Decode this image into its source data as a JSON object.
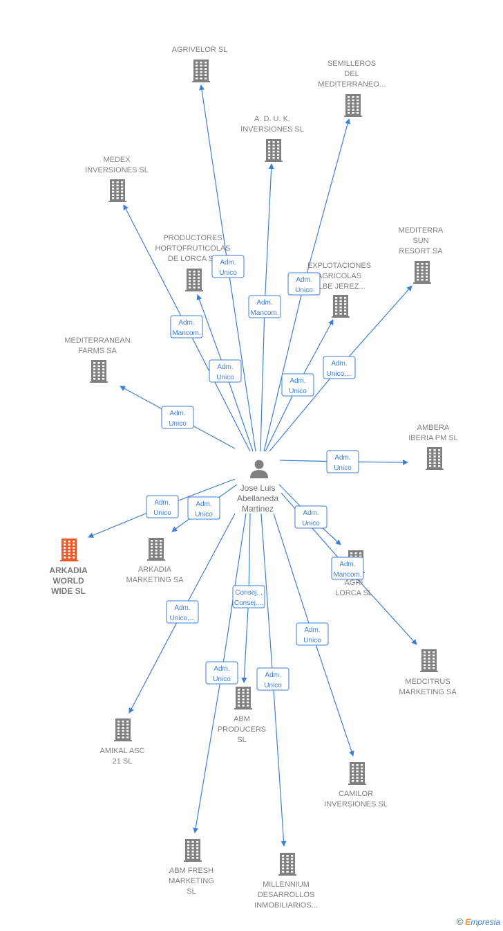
{
  "diagram": {
    "center": {
      "name_lines": [
        "Jose Luis",
        "Abellaneda",
        "Martinez"
      ],
      "icon": "person-icon"
    },
    "companies": [
      {
        "id": "agrivelor",
        "lines": [
          "AGRIVELOR SL"
        ],
        "icon": "building-icon",
        "role_lines": [
          "Adm.",
          "Unico"
        ]
      },
      {
        "id": "semilleros",
        "lines": [
          "SEMILLEROS",
          "DEL",
          "MEDITERRANEO..."
        ],
        "icon": "building-icon",
        "role_lines": [
          "Adm.",
          "Unico"
        ]
      },
      {
        "id": "aduk",
        "lines": [
          "A.  D. U. K.",
          "INVERSIONES SL"
        ],
        "icon": "building-icon",
        "role_lines": [
          "Adm.",
          "Mancom."
        ]
      },
      {
        "id": "medex",
        "lines": [
          "MEDEX",
          "INVERSIONES SL"
        ],
        "icon": "building-icon",
        "role_lines": [
          "Adm.",
          "Mancom."
        ]
      },
      {
        "id": "productores",
        "lines": [
          "PRODUCTORES",
          "HORTOFRUTICOLAS",
          "DE LORCA SL"
        ],
        "icon": "building-icon",
        "role_lines": [
          "Adm.",
          "Unico"
        ]
      },
      {
        "id": "explotaciones",
        "lines": [
          "EXPLOTACIONES",
          "AGRICOLAS",
          "ALBE JEREZ..."
        ],
        "icon": "building-icon",
        "role_lines": [
          "Adm.",
          "Unico"
        ]
      },
      {
        "id": "mediterra",
        "lines": [
          "MEDITERRA",
          "SUN",
          "RESORT SA"
        ],
        "icon": "building-icon",
        "role_lines": [
          "Adm.",
          "Unico,..."
        ]
      },
      {
        "id": "mediterranean",
        "lines": [
          "MEDITERRANEAN",
          "FARMS SA"
        ],
        "icon": "building-icon",
        "role_lines": [
          "Adm.",
          "Unico"
        ]
      },
      {
        "id": "ambera",
        "lines": [
          "AMBERA",
          "IBERIA PM  SL"
        ],
        "icon": "building-icon",
        "role_lines": [
          "Adm.",
          "Unico"
        ]
      },
      {
        "id": "arkadia_ww",
        "lines": [
          "ARKADIA",
          "WORLD",
          "WIDE  SL"
        ],
        "icon": "building-icon",
        "highlight": true,
        "role_lines": [
          "Adm.",
          "Unico"
        ]
      },
      {
        "id": "arkadia_mk",
        "lines": [
          "ARKADIA",
          "MARKETING SA"
        ],
        "icon": "building-icon",
        "role_lines": [
          "Adm.",
          "Unico"
        ]
      },
      {
        "id": "agri_lorca",
        "lines": [
          "AGRI",
          "LORCA SL"
        ],
        "icon": "building-icon",
        "role_lines": [
          "Adm.",
          "Unico"
        ]
      },
      {
        "id": "medcitrus",
        "lines": [
          "MEDCITRUS",
          "MARKETING SA"
        ],
        "icon": "building-icon",
        "role_lines": [
          "Adm.",
          "Mancom."
        ]
      },
      {
        "id": "amikal",
        "lines": [
          "AMIKAL ASC",
          "21  SL"
        ],
        "icon": "building-icon",
        "role_lines": [
          "Adm.",
          "Unico,..."
        ]
      },
      {
        "id": "abm_producers",
        "lines": [
          "ABM",
          "PRODUCERS",
          "SL"
        ],
        "icon": "building-icon",
        "role_lines": [
          "Consej. ,",
          "Consej...."
        ]
      },
      {
        "id": "camilor",
        "lines": [
          "CAMILOR",
          "INVERSIONES SL"
        ],
        "icon": "building-icon",
        "role_lines": [
          "Adm.",
          "Unico"
        ]
      },
      {
        "id": "abm_fresh",
        "lines": [
          "ABM FRESH",
          "MARKETING",
          "SL"
        ],
        "icon": "building-icon",
        "role_lines": [
          "Adm.",
          "Unico"
        ]
      },
      {
        "id": "millennium",
        "lines": [
          "MILLENNIUM",
          "DESARROLLOS",
          "INMOBILIARIOS..."
        ],
        "icon": "building-icon",
        "role_lines": [
          "Adm.",
          "Unico"
        ]
      }
    ],
    "colors": {
      "edge": "#3d7ed6",
      "node": "#808080",
      "highlight": "#f05a28"
    }
  },
  "watermark": {
    "copyright": "©",
    "brand_first": "E",
    "brand_rest": "mpresia"
  }
}
